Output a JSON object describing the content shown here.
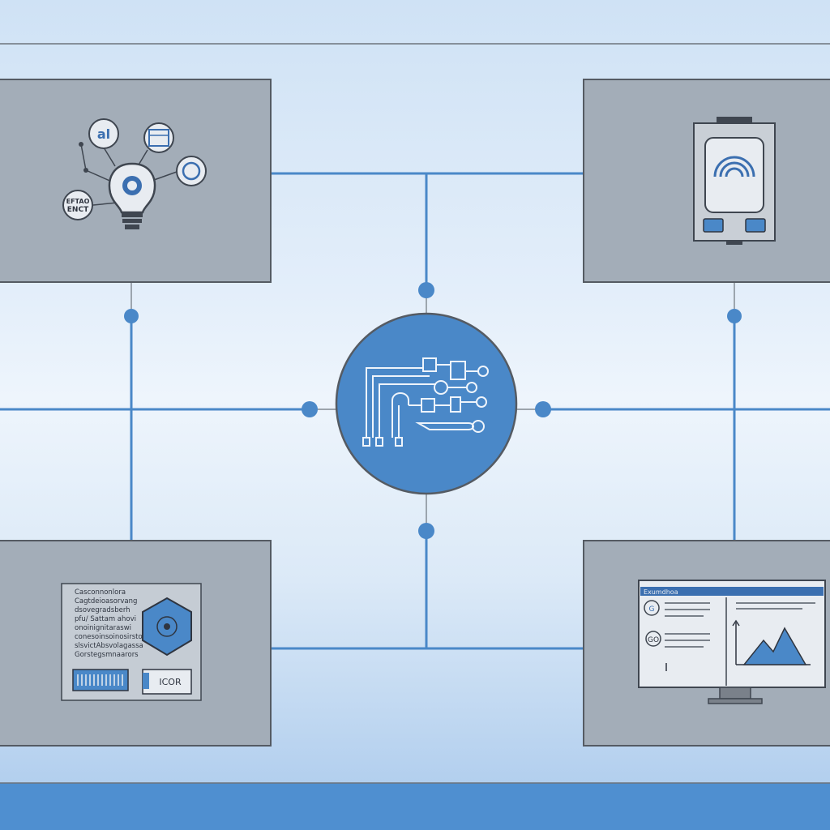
{
  "colors": {
    "accent": "#4a88c8",
    "panel_fill": "#a3adb8",
    "panel_stroke": "#555b63",
    "connector": "#4a88c8",
    "bottom_band": "#4f8fd0"
  },
  "top_left_panel": {
    "icon": "lightbulb-idea-icon",
    "badge_top": "al",
    "badge_left": [
      "EFTAO",
      "ENCT"
    ]
  },
  "top_right_panel": {
    "icon": "wireless-device-icon"
  },
  "bottom_left_panel": {
    "text_lines": [
      "Casconnonlora",
      "Cagtdeioasorvang",
      "dsovegradsberh",
      "pfu/ Sattam ahovi",
      "onoinignitaraswi",
      "conesoinsoinosirstocs",
      "slsvictAbsvolagassa",
      "Gorstegsmnaarors"
    ],
    "code_label": "ICOR",
    "icon": "hexagon-emblem-icon"
  },
  "bottom_right_panel": {
    "icon": "monitor-chart-icon",
    "window_title": "Exumdhoa",
    "circle_labels": [
      "G",
      "GO"
    ]
  },
  "center_hub": {
    "icon": "circuit-hub-icon"
  }
}
